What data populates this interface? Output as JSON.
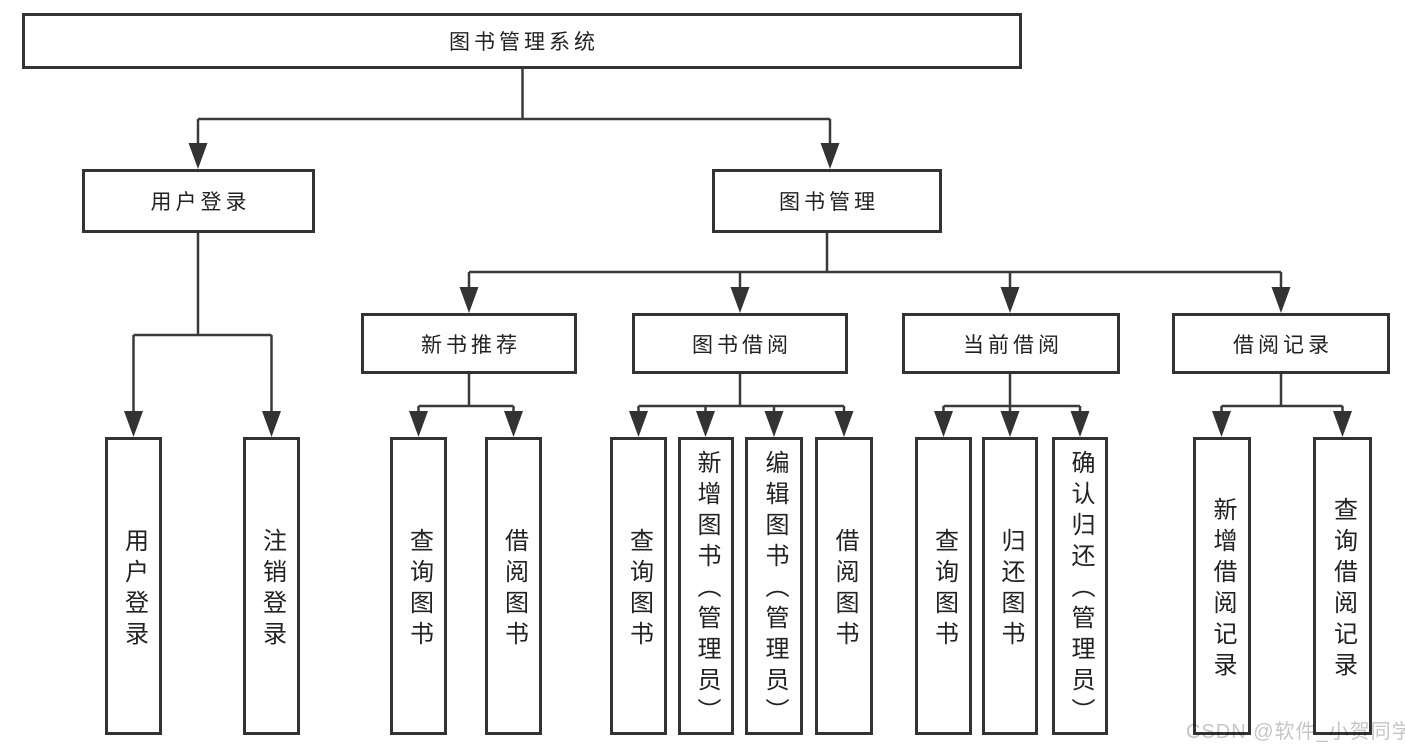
{
  "title": "图书管理系统",
  "watermark": "CSDN @软件_小贺同学",
  "colors": {
    "background": "#ffffff",
    "box_border": "#333333",
    "connector_line": "#3a3a3a",
    "text": "#222222",
    "watermark": "#c6c6c6"
  },
  "nodes": {
    "root": {
      "label": "图书管理系统"
    },
    "user_login": {
      "label": "用户登录"
    },
    "book_mgmt": {
      "label": "图书管理"
    },
    "new_book_rec": {
      "label": "新书推荐"
    },
    "book_borrow": {
      "label": "图书借阅"
    },
    "current_borrow": {
      "label": "当前借阅"
    },
    "borrow_records": {
      "label": "借阅记录"
    },
    "leaf_user_login": {
      "label": "用户登录"
    },
    "leaf_logout": {
      "label": "注销登录"
    },
    "rec_query_books": {
      "label": "查询图书"
    },
    "rec_borrow_books": {
      "label": "借阅图书"
    },
    "bor_query_books": {
      "label": "查询图书"
    },
    "bor_add_books": {
      "label": "新增图书（管理员）"
    },
    "bor_edit_books": {
      "label": "编辑图书（管理员）"
    },
    "bor_borrow_books": {
      "label": "借阅图书"
    },
    "cur_query_books": {
      "label": "查询图书"
    },
    "cur_return_books": {
      "label": "归还图书"
    },
    "cur_confirm_return": {
      "label": "确认归还（管理员）"
    },
    "rc_add_record": {
      "label": "新增借阅记录"
    },
    "rc_query_record": {
      "label": "查询借阅记录"
    }
  },
  "hierarchy": [
    {
      "parent": "图书管理系统",
      "children": [
        "用户登录",
        "图书管理"
      ]
    },
    {
      "parent": "用户登录",
      "children": [
        "用户登录",
        "注销登录"
      ]
    },
    {
      "parent": "图书管理",
      "children": [
        "新书推荐",
        "图书借阅",
        "当前借阅",
        "借阅记录"
      ]
    },
    {
      "parent": "新书推荐",
      "children": [
        "查询图书",
        "借阅图书"
      ]
    },
    {
      "parent": "图书借阅",
      "children": [
        "查询图书",
        "新增图书（管理员）",
        "编辑图书（管理员）",
        "借阅图书"
      ]
    },
    {
      "parent": "当前借阅",
      "children": [
        "查询图书",
        "归还图书",
        "确认归还（管理员）"
      ]
    },
    {
      "parent": "借阅记录",
      "children": [
        "新增借阅记录",
        "查询借阅记录"
      ]
    }
  ]
}
